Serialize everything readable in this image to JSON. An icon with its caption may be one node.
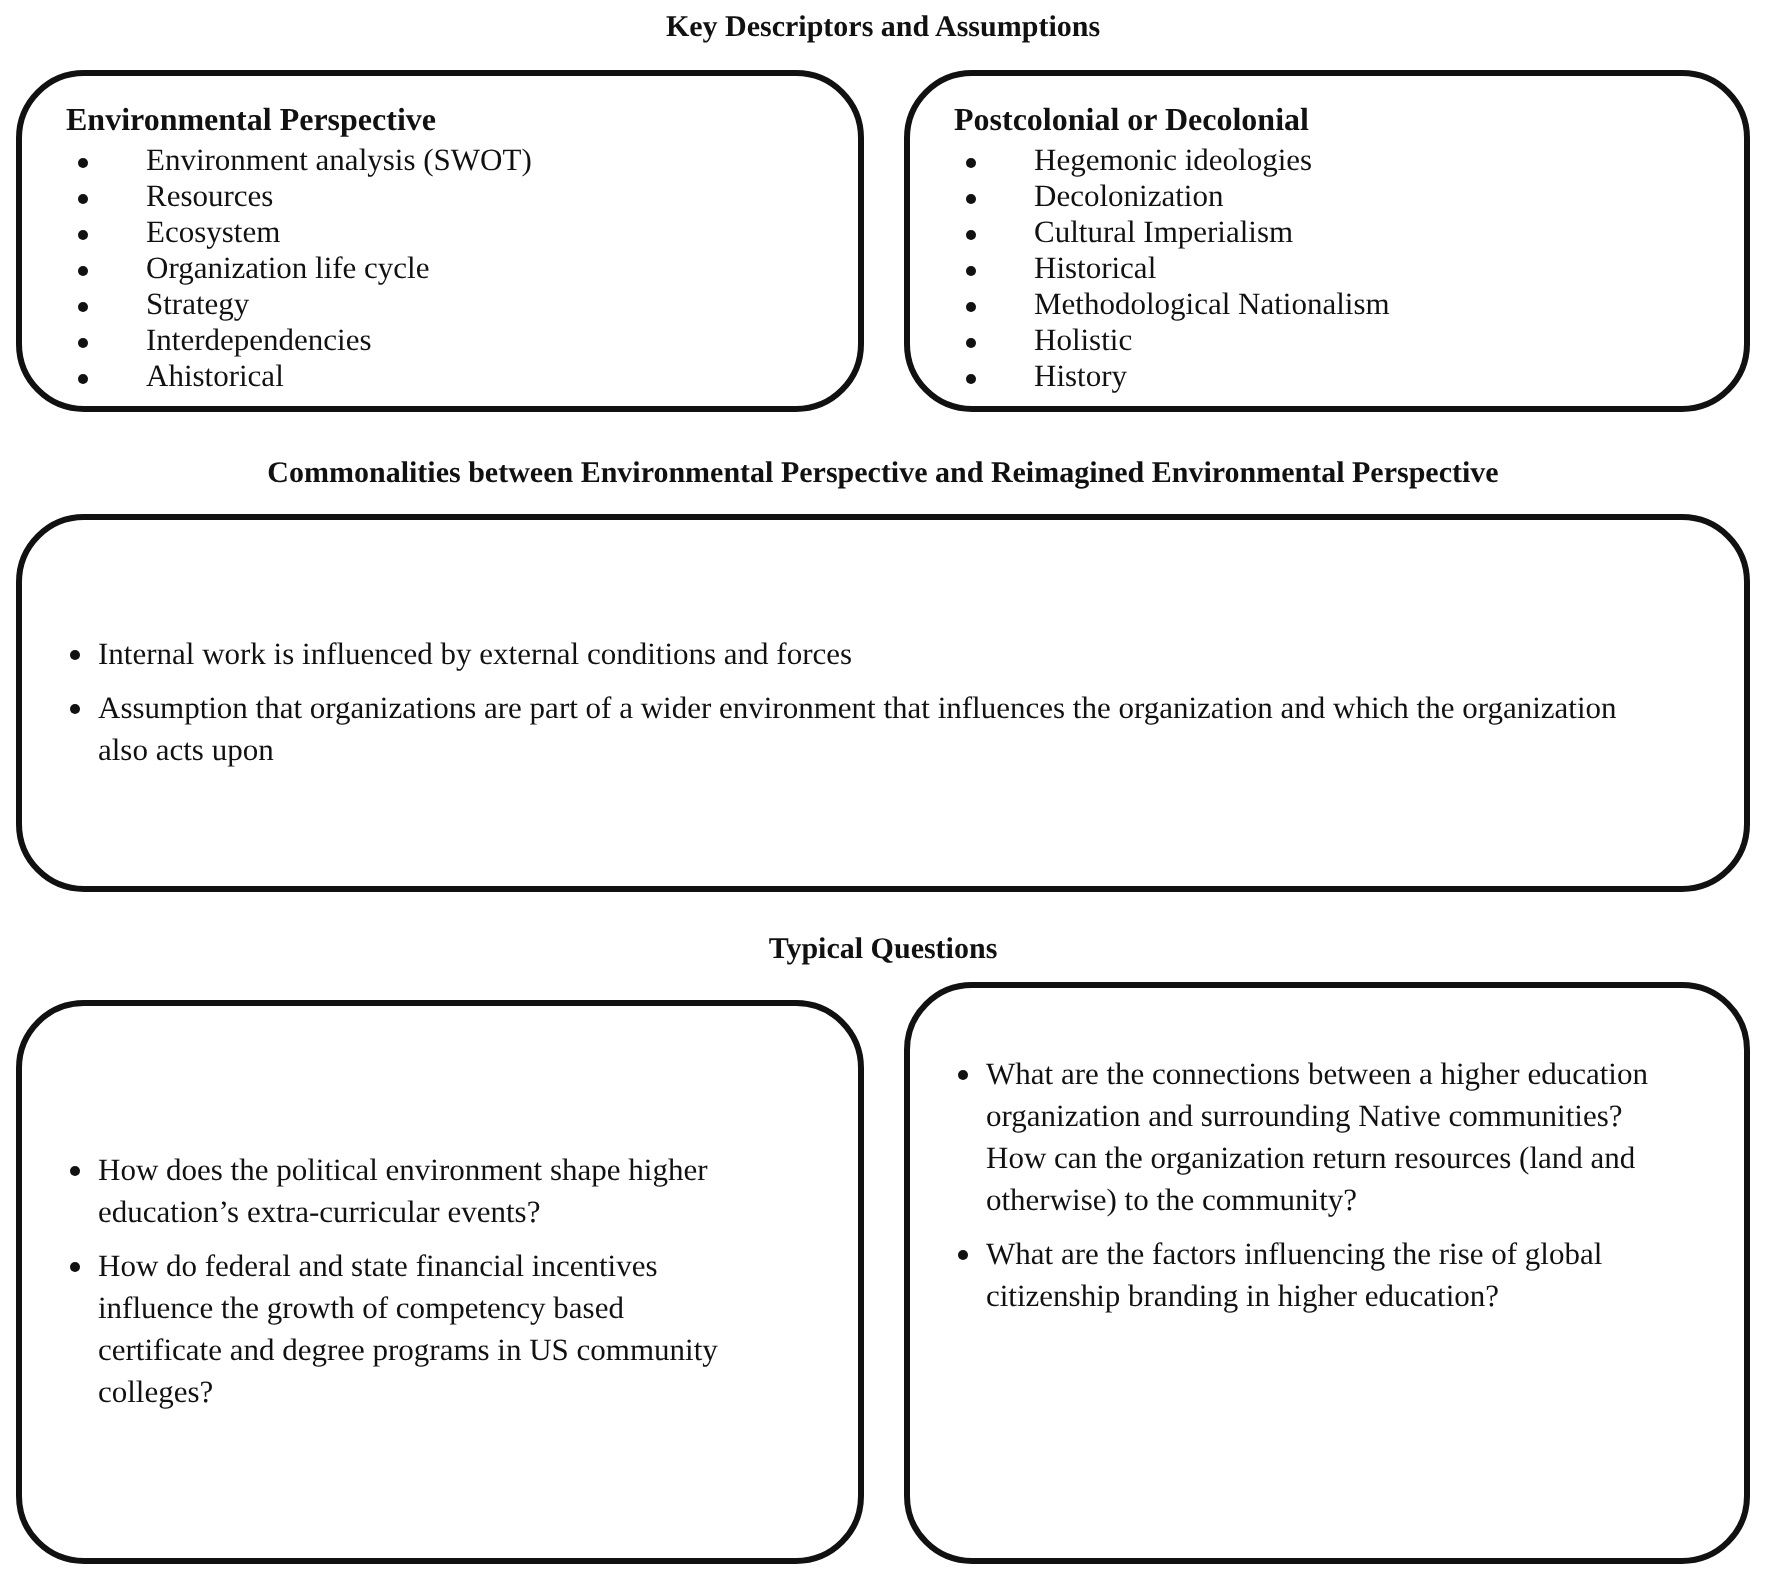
{
  "diagram": {
    "title": "Key Descriptors and Assumptions",
    "nodes": [
      {
        "text": [
          "Environmental Perspective",
          "Environment analysis (SWOT)",
          "Resources",
          "Ecosystem",
          "Organization life cycle",
          "Strategy",
          "Interdependencies",
          "Ahistorical"
        ]
      },
      {
        "text": [
          "Postcolonial or Decolonial",
          "Hegemonic ideologies",
          "Decolonization",
          "Cultural Imperialism",
          "Historical",
          "Methodological Nationalism",
          "Holistic",
          "History"
        ]
      },
      {
        "text": [
          "Internal work is influenced by external conditions and forces",
          "Assumption that organizations are part of a wider environment that influences the organization and which the organization also acts upon"
        ]
      },
      {
        "text": [
          "How does the political environment shape higher education’s extra-curricular events?",
          "How do federal and state financial incentives influence the growth of competency based certificate and degree programs in US community colleges?"
        ]
      },
      {
        "text": [
          "What are the connections between a higher education organization and surrounding Native communities? How can the organization return resources (land and otherwise) to the community?",
          "What are the factors influencing the rise of global citizenship branding in higher education?"
        ]
      }
    ],
    "edges": [],
    "labels": [
      "Commonalities between Environmental Perspective and Reimagined Environmental Perspective",
      "Typical Questions"
    ]
  }
}
